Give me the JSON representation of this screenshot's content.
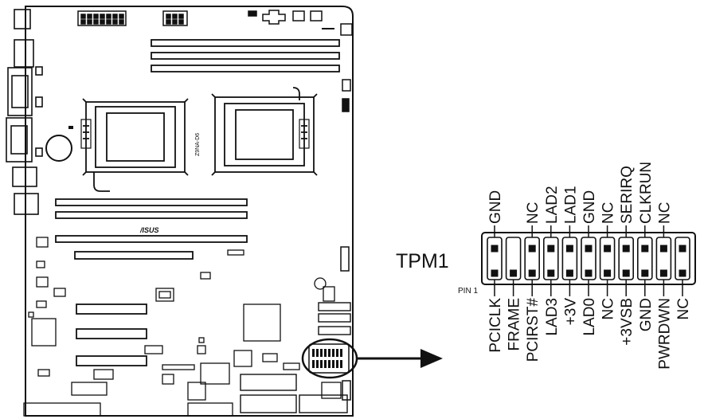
{
  "board": {
    "model_label": "Z9NA-D6",
    "brand_logo_text": "/ISUS"
  },
  "header": {
    "name": "TPM1",
    "pin1_label": "PIN 1",
    "top_row": [
      "GND",
      "NC",
      "LAD2",
      "LAD1",
      "GND",
      "NC",
      "SERIRQ",
      "CLKRUN",
      "NC"
    ],
    "bottom_row": [
      "PCICLK",
      "FRAME",
      "PCIRST#",
      "LAD3",
      "+3V",
      "LAD0",
      "NC",
      "+3VSB",
      "GND",
      "PWRDWN",
      "NC"
    ]
  }
}
